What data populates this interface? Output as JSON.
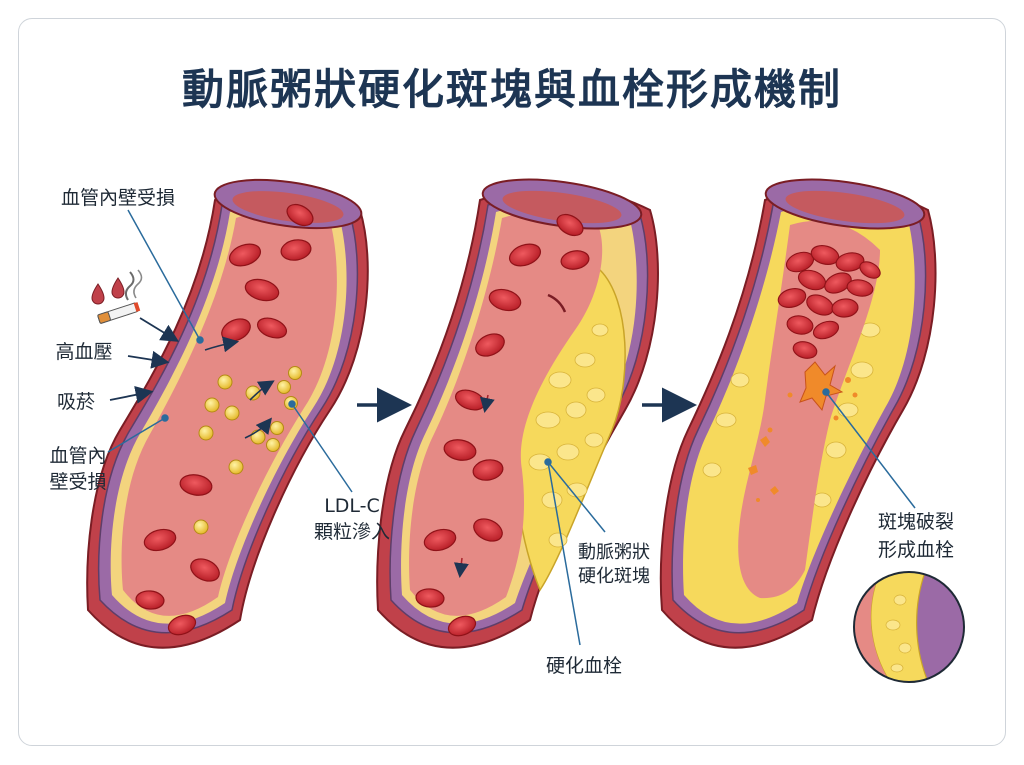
{
  "title": "動脈粥狀硬化斑塊與血栓形成機制",
  "labels": {
    "endothelial_damage_top": "血管內壁受損",
    "hypertension": "高血壓",
    "smoking": "吸菸",
    "endothelial_damage_bottom_1": "血管內",
    "endothelial_damage_bottom_2": "壁受損",
    "ldl_1": "LDL-C",
    "ldl_2": "顆粒滲入",
    "plaque_1": "動脈粥狀",
    "plaque_2": "硬化斑塊",
    "hardened_thrombus": "硬化血栓",
    "rupture_1": "斑塊破裂",
    "rupture_2": "形成血栓"
  },
  "colors": {
    "title": "#1d3553",
    "outer_wall": "#c0414a",
    "media": "#9b6aa6",
    "intima": "#f3d47e",
    "lumen": "#e58a85",
    "rbc": "#d62a32",
    "plaque": "#f6d95c",
    "arrow": "#1d3553",
    "leader": "#2a6b9c"
  },
  "icons": [
    "cigarette-icon",
    "blood-drop-icon",
    "smoke-icon",
    "arrow-right-icon"
  ]
}
